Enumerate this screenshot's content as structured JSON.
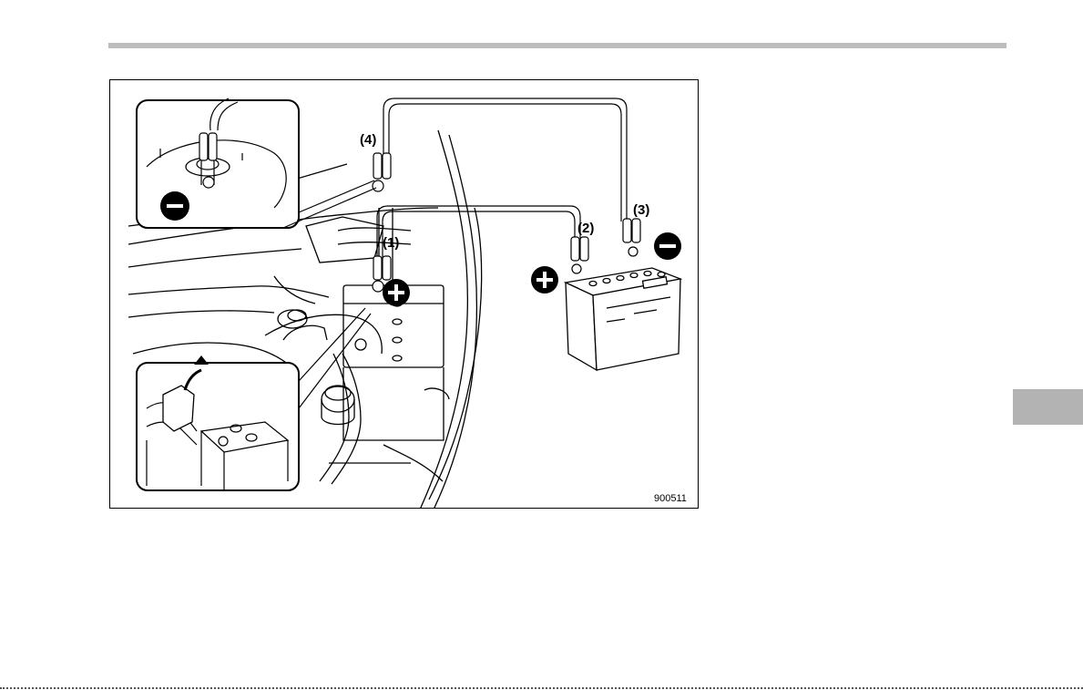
{
  "figure": {
    "id": "900511",
    "callouts": {
      "c1": "(1)",
      "c2": "(2)",
      "c3": "(3)",
      "c4": "(4)"
    }
  },
  "symbols": {
    "positive": "plus-circle",
    "negative": "minus-circle"
  },
  "colors": {
    "rule": "#bdbdbd",
    "tab": "#b3b3b3",
    "ink": "#000000"
  }
}
